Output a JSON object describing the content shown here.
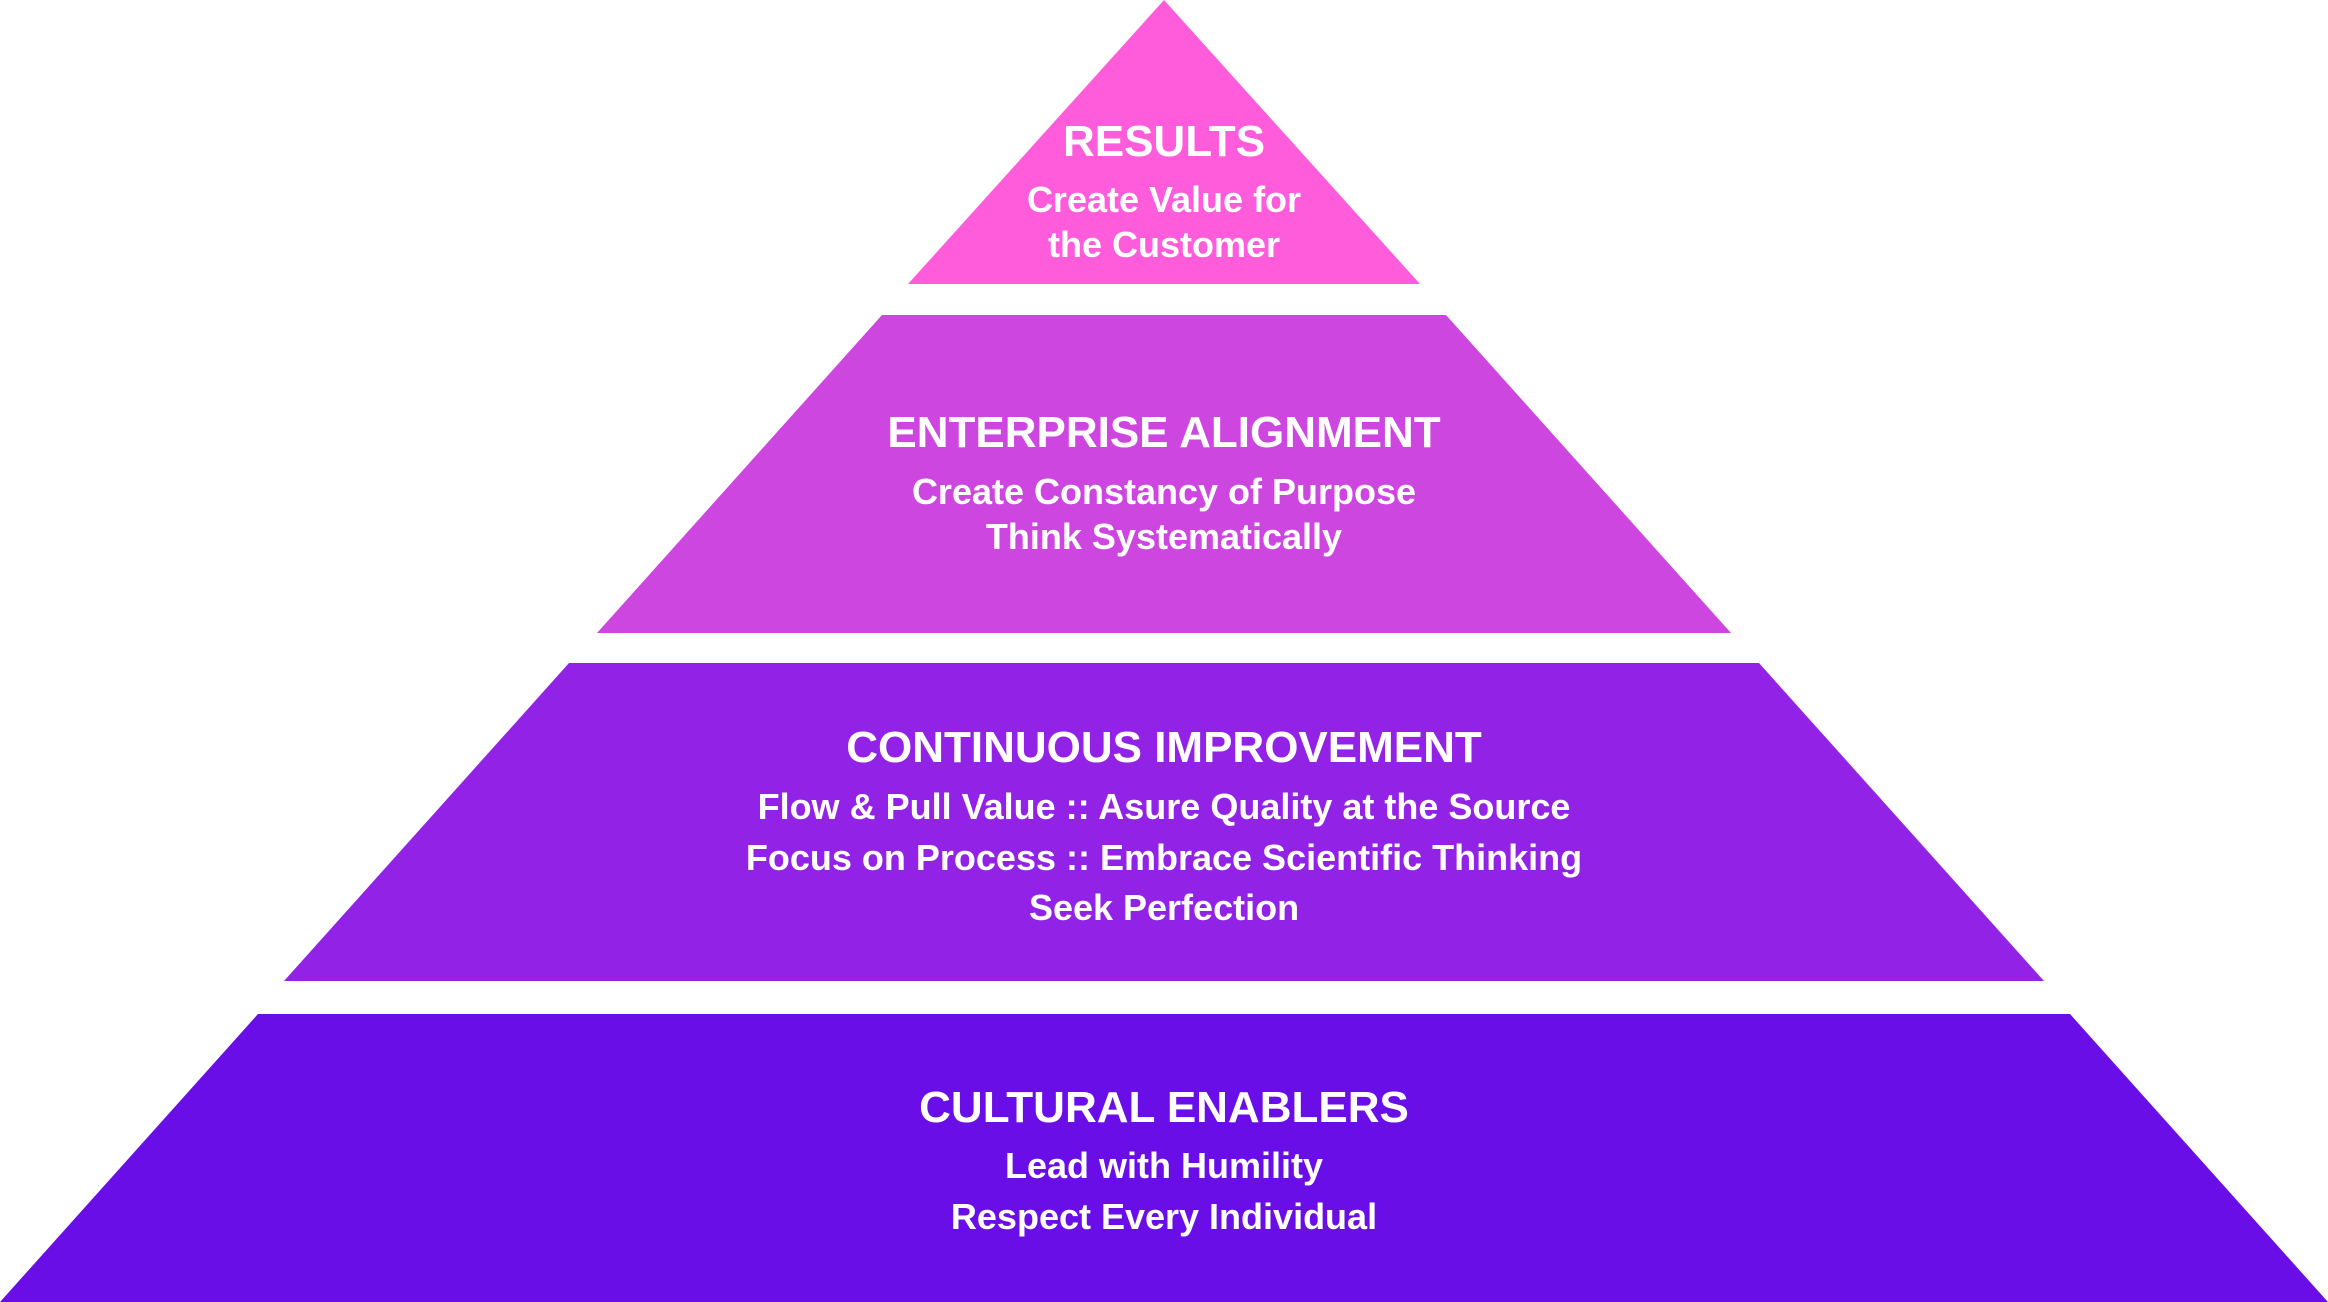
{
  "tiers": [
    {
      "title": "RESULTS",
      "lines": [
        "Create Value for",
        "the Customer"
      ],
      "color": "#ff5cdb"
    },
    {
      "title": "ENTERPRISE ALIGNMENT",
      "lines": [
        "Create Constancy of Purpose",
        "Think Systematically"
      ],
      "color": "#cd46e0"
    },
    {
      "title": "CONTINUOUS IMPROVEMENT",
      "lines": [
        "Flow & Pull Value :: Asure Quality at the Source",
        "Focus on Process :: Embrace Scientific Thinking",
        "Seek Perfection"
      ],
      "color": "#9223e6"
    },
    {
      "title": "CULTURAL ENABLERS",
      "lines": [
        "Lead with Humility",
        "Respect Every Individual"
      ],
      "color": "#6a0ee8"
    }
  ]
}
